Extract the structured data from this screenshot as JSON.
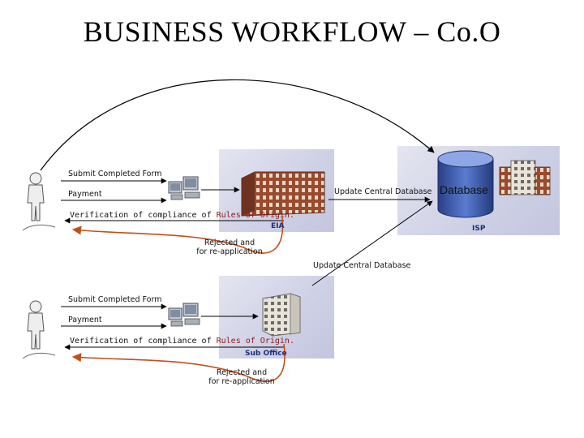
{
  "title": "BUSINESS WORKFLOW – Co.O",
  "top_flow": {
    "submit": "Submit Completed Form",
    "payment": "Payment",
    "update_central": "Update Central Database",
    "verification_prefix": "Verification of compliance of ",
    "verification_red": "Rules of Origin.",
    "rejected_line1": "Rejected  and",
    "rejected_line2": "for re-application",
    "eia_label": "EIA",
    "isp_label": "ISP",
    "database_label": "Database"
  },
  "middle": {
    "update_central": "Update Central Database"
  },
  "bottom_flow": {
    "submit": "Submit Completed Form",
    "payment": "Payment",
    "verification_prefix": "Verification of compliance of ",
    "verification_red": "Rules of Origin.",
    "rejected_line1": "Rejected  and",
    "rejected_line2": "for re-application",
    "suboffice_label": "Sub Office"
  },
  "colors": {
    "arrow": "#000000",
    "reject_curve": "#c0501a",
    "panel": "#cfd1e6",
    "building_brick": "#9a4a2e",
    "database": "#2f4f9f",
    "label_blue": "#1b2f7a"
  },
  "icons": [
    "person-icon",
    "computer-icon",
    "office-building-icon",
    "database-icon",
    "tower-building-icon"
  ]
}
